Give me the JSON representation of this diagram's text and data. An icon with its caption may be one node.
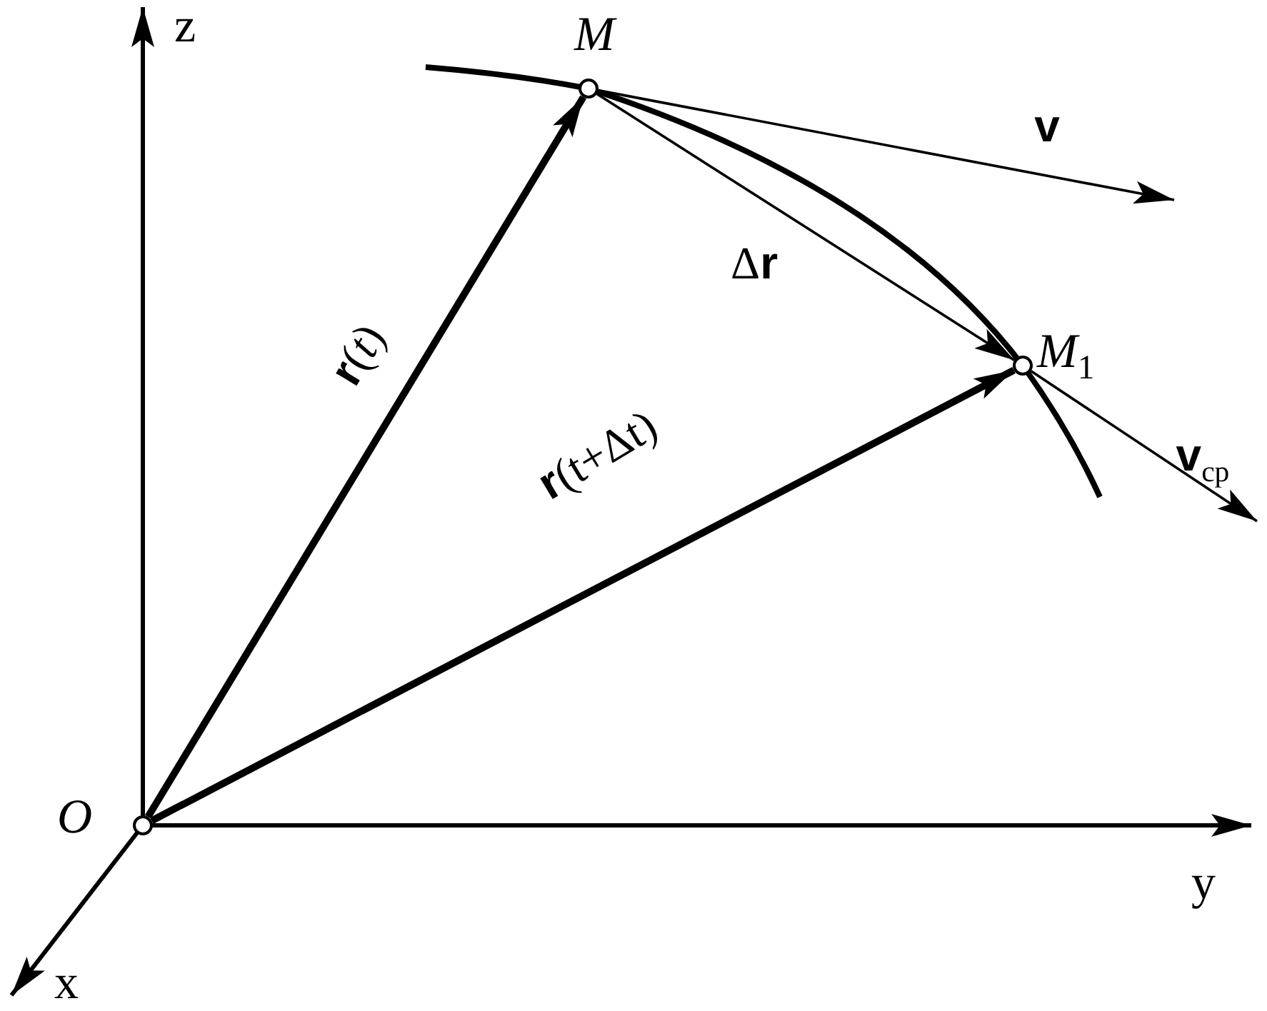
{
  "diagram": {
    "nodes": [
      {
        "text": [],
        "shape": "circle",
        "beside": [
          "O"
        ]
      },
      {
        "text": [],
        "shape": "circle",
        "beside": [
          "M"
        ]
      },
      {
        "text": [],
        "shape": "circle",
        "beside": [
          "M$_{1}$"
        ]
      }
    ],
    "edges": [
      {
        "from": 0,
        "to": 1,
        "arrow": "to",
        "label": "**r**(*t*)",
        "style": "thick"
      },
      {
        "from": 0,
        "to": 2,
        "arrow": "to",
        "label": "**r**(t+Δt)",
        "style": "thick"
      },
      {
        "from": 1,
        "to": 2,
        "arrow": "to",
        "label": "Δ**r**"
      },
      {
        "from": 1,
        "to": null,
        "arrow": "to",
        "label": "**v**"
      },
      {
        "from": 2,
        "to": null,
        "arrow": "to",
        "label": "**v**$_{cp}$"
      }
    ],
    "labels": [
      "z",
      "y",
      "x"
    ]
  }
}
